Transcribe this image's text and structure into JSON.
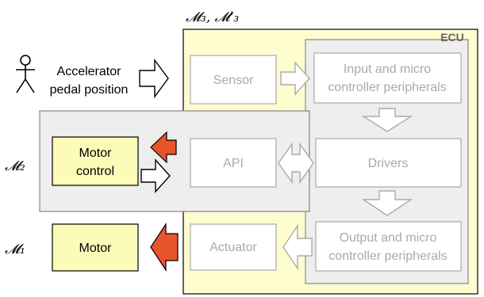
{
  "labels": {
    "m3": "𝓜₃, 𝓜'₃",
    "ecu": "ECU",
    "m2": "𝓜₂",
    "m1": "𝓜₁"
  },
  "actor": {
    "line1": "Accelerator",
    "line2": "pedal position"
  },
  "blocks": {
    "sensor": "Sensor",
    "input_line1": "Input and micro",
    "input_line2": "controller peripherals",
    "api": "API",
    "drivers": "Drivers",
    "actuator": "Actuator",
    "output_line1": "Output and micro",
    "output_line2": "controller peripherals",
    "motor_control_line1": "Motor",
    "motor_control_line2": "control",
    "motor": "Motor"
  },
  "colors": {
    "ecu_region": "#fefdd0",
    "gray_region": "#eeeeee",
    "highlight_box": "#fdfbb8",
    "block_text": "#aaaaaa",
    "signal_arrow": "#e8542b"
  }
}
